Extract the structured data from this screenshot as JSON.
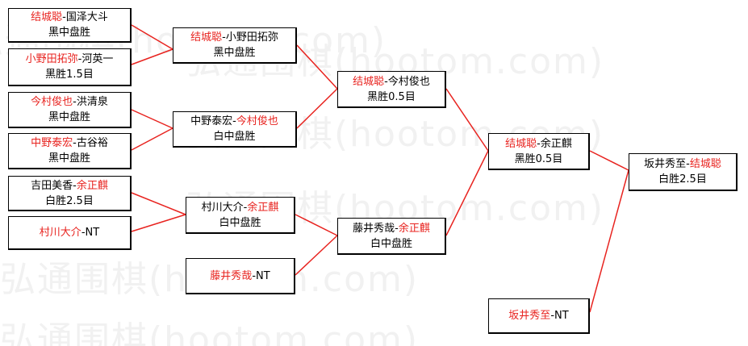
{
  "watermark": "弘通围棋(hootom.com)",
  "round1": [
    {
      "p1": "结城聪",
      "sep": "-",
      "p2": "国泽大斗",
      "winner": 1,
      "result": "黑中盘胜"
    },
    {
      "p1": "小野田拓弥",
      "sep": "-",
      "p2": "河英一",
      "winner": 1,
      "result": "黑胜1.5目"
    },
    {
      "p1": "今村俊也",
      "sep": "-",
      "p2": "洪清泉",
      "winner": 1,
      "result": "黑中盘胜"
    },
    {
      "p1": "中野泰宏",
      "sep": "-",
      "p2": "古谷裕",
      "winner": 1,
      "result": "黑中盘胜"
    },
    {
      "p1": "吉田美香",
      "sep": "-",
      "p2": "余正麒",
      "winner": 2,
      "result": "白胜2.5目"
    },
    {
      "p1": "村川大介",
      "sep": "-",
      "p2": "NT",
      "winner": 1,
      "result": ""
    }
  ],
  "round2": [
    {
      "p1": "结城聪",
      "sep": "-",
      "p2": "小野田拓弥",
      "winner": 1,
      "result": "黑中盘胜"
    },
    {
      "p1": "中野泰宏",
      "sep": "-",
      "p2": "今村俊也",
      "winner": 2,
      "result": "白中盘胜"
    },
    {
      "p1": "村川大介",
      "sep": "-",
      "p2": "余正麒",
      "winner": 2,
      "result": "白中盘胜"
    },
    {
      "p1": "藤井秀哉",
      "sep": "-",
      "p2": "NT",
      "winner": 1,
      "result": ""
    }
  ],
  "round3": [
    {
      "p1": "结城聪",
      "sep": "-",
      "p2": "今村俊也",
      "winner": 1,
      "result": "黑胜0.5目"
    },
    {
      "p1": "藤井秀哉",
      "sep": "-",
      "p2": "余正麒",
      "winner": 2,
      "result": "白中盘胜"
    }
  ],
  "round4": [
    {
      "p1": "结城聪",
      "sep": "-",
      "p2": "余正麒",
      "winner": 1,
      "result": "黑胜0.5目"
    },
    {
      "p1": "坂井秀至",
      "sep": "-",
      "p2": "NT",
      "winner": 1,
      "result": ""
    }
  ],
  "final": [
    {
      "p1": "坂井秀至",
      "sep": "-",
      "p2": "结城聪",
      "winner": 2,
      "result": "白胜2.5目"
    }
  ],
  "colors": {
    "winner": "#e8231f",
    "connector": "#e8231f",
    "text": "#000000",
    "border": "#000000"
  }
}
